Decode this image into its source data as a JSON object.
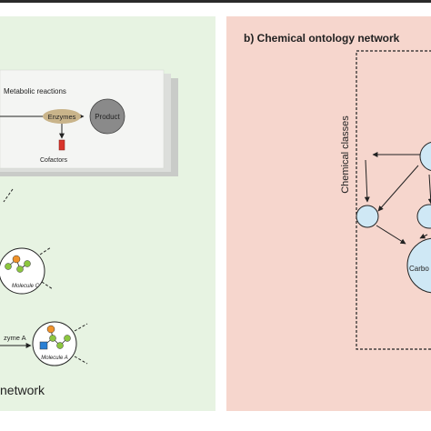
{
  "panel_a": {
    "metabolic_reactions": "Metabolic reactions",
    "enzymes": "Enzymes",
    "product": "Product",
    "cofactors": "Cofactors",
    "molecule_c": "Molecule C",
    "enzyme_a_partial": "zyme A",
    "molecule_a": "Molecule A",
    "network_partial": "network"
  },
  "panel_b": {
    "title": "b) Chemical ontology network",
    "chemical_classes": "Chemical classes",
    "carbo_partial": "Carbo"
  },
  "colors": {
    "panel_a_bg": "#e7f3e2",
    "panel_b_bg": "#f6d6cd",
    "node_blue": "#cfe8f5",
    "node_orange": "#f0932b",
    "node_green": "#8cc63f",
    "node_blue_square": "#2a7fd4",
    "cofactor_red": "#d9342b",
    "product_grey": "#8a8a8a",
    "enzyme_oval": "#c9b48a"
  }
}
